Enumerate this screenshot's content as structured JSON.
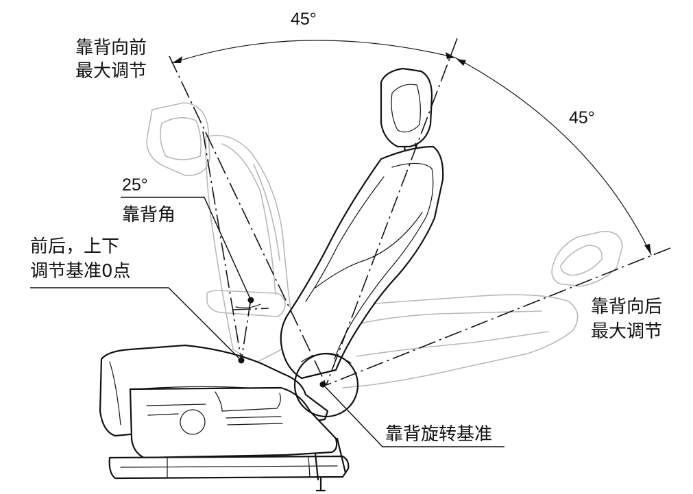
{
  "labels": {
    "forward_max": [
      "靠背向前",
      "最大调节"
    ],
    "backward_max": [
      "靠背向后",
      "最大调节"
    ],
    "angle_value": "25°",
    "angle_name": "靠背角",
    "zero_point": [
      "前后，上下",
      "调节基准0点"
    ],
    "pivot": "靠背旋转基准",
    "forward_angle": "45°",
    "backward_angle": "45°"
  },
  "colors": {
    "ink": "#111111",
    "ghost": "#b8b8b8"
  }
}
